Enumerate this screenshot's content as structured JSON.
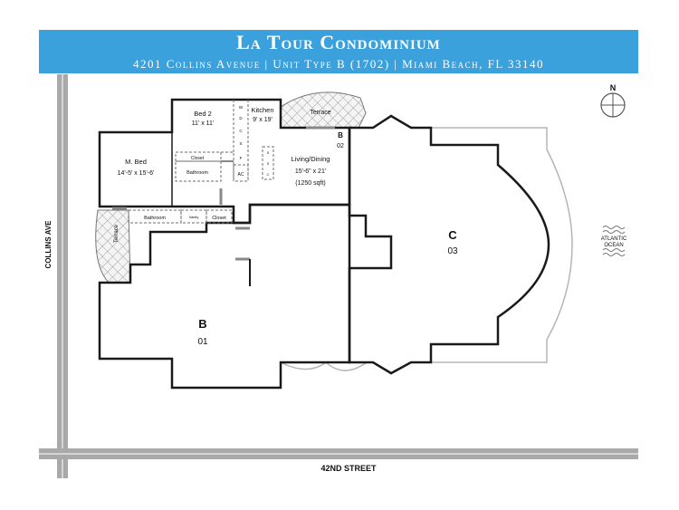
{
  "header": {
    "title": "La Tour Condominium",
    "subtitle": "4201 Collins Avenue | Unit Type B (1702) | Miami Beach, FL 33140"
  },
  "streets": {
    "collins": "COLLINS AVE",
    "street42": "42ND STREET"
  },
  "compass": {
    "north": "N"
  },
  "ocean": {
    "line1": "ATLANTIC",
    "line2": "OCEAN"
  },
  "units": {
    "b01": {
      "letter": "B",
      "number": "01"
    },
    "b02": {
      "letter": "B",
      "number": "02"
    },
    "c03": {
      "letter": "C",
      "number": "03"
    }
  },
  "rooms": {
    "bed2": {
      "name": "Bed 2",
      "size": "11' x 11'"
    },
    "closet_top": "Closet",
    "kitchen": {
      "name": "Kitchen",
      "size": "9' x 19'"
    },
    "washer_letters": [
      "W",
      "D",
      "C",
      "S",
      "F"
    ],
    "terrace_top": "Terrace",
    "living": {
      "name": "Living/Dining",
      "size": "15'-6\" x 21'",
      "sqft": "(1250 sqft)"
    },
    "mbed": {
      "name": "M. Bed",
      "size": "14'-5' x 15'-6'"
    },
    "bathroom_mid": "Bathroom",
    "ac": "AC",
    "bathroom_low": "Bathroom",
    "vanity": "Vanity",
    "closet_low": "Closet",
    "terrace_side": "Terrace",
    "appliance_letters": [
      "S",
      "S",
      "C"
    ]
  },
  "colors": {
    "banner": "#3aa1dc",
    "street": "#a9a9a9",
    "wall": "#1a1a1a",
    "outline": "#b5b5b5"
  }
}
